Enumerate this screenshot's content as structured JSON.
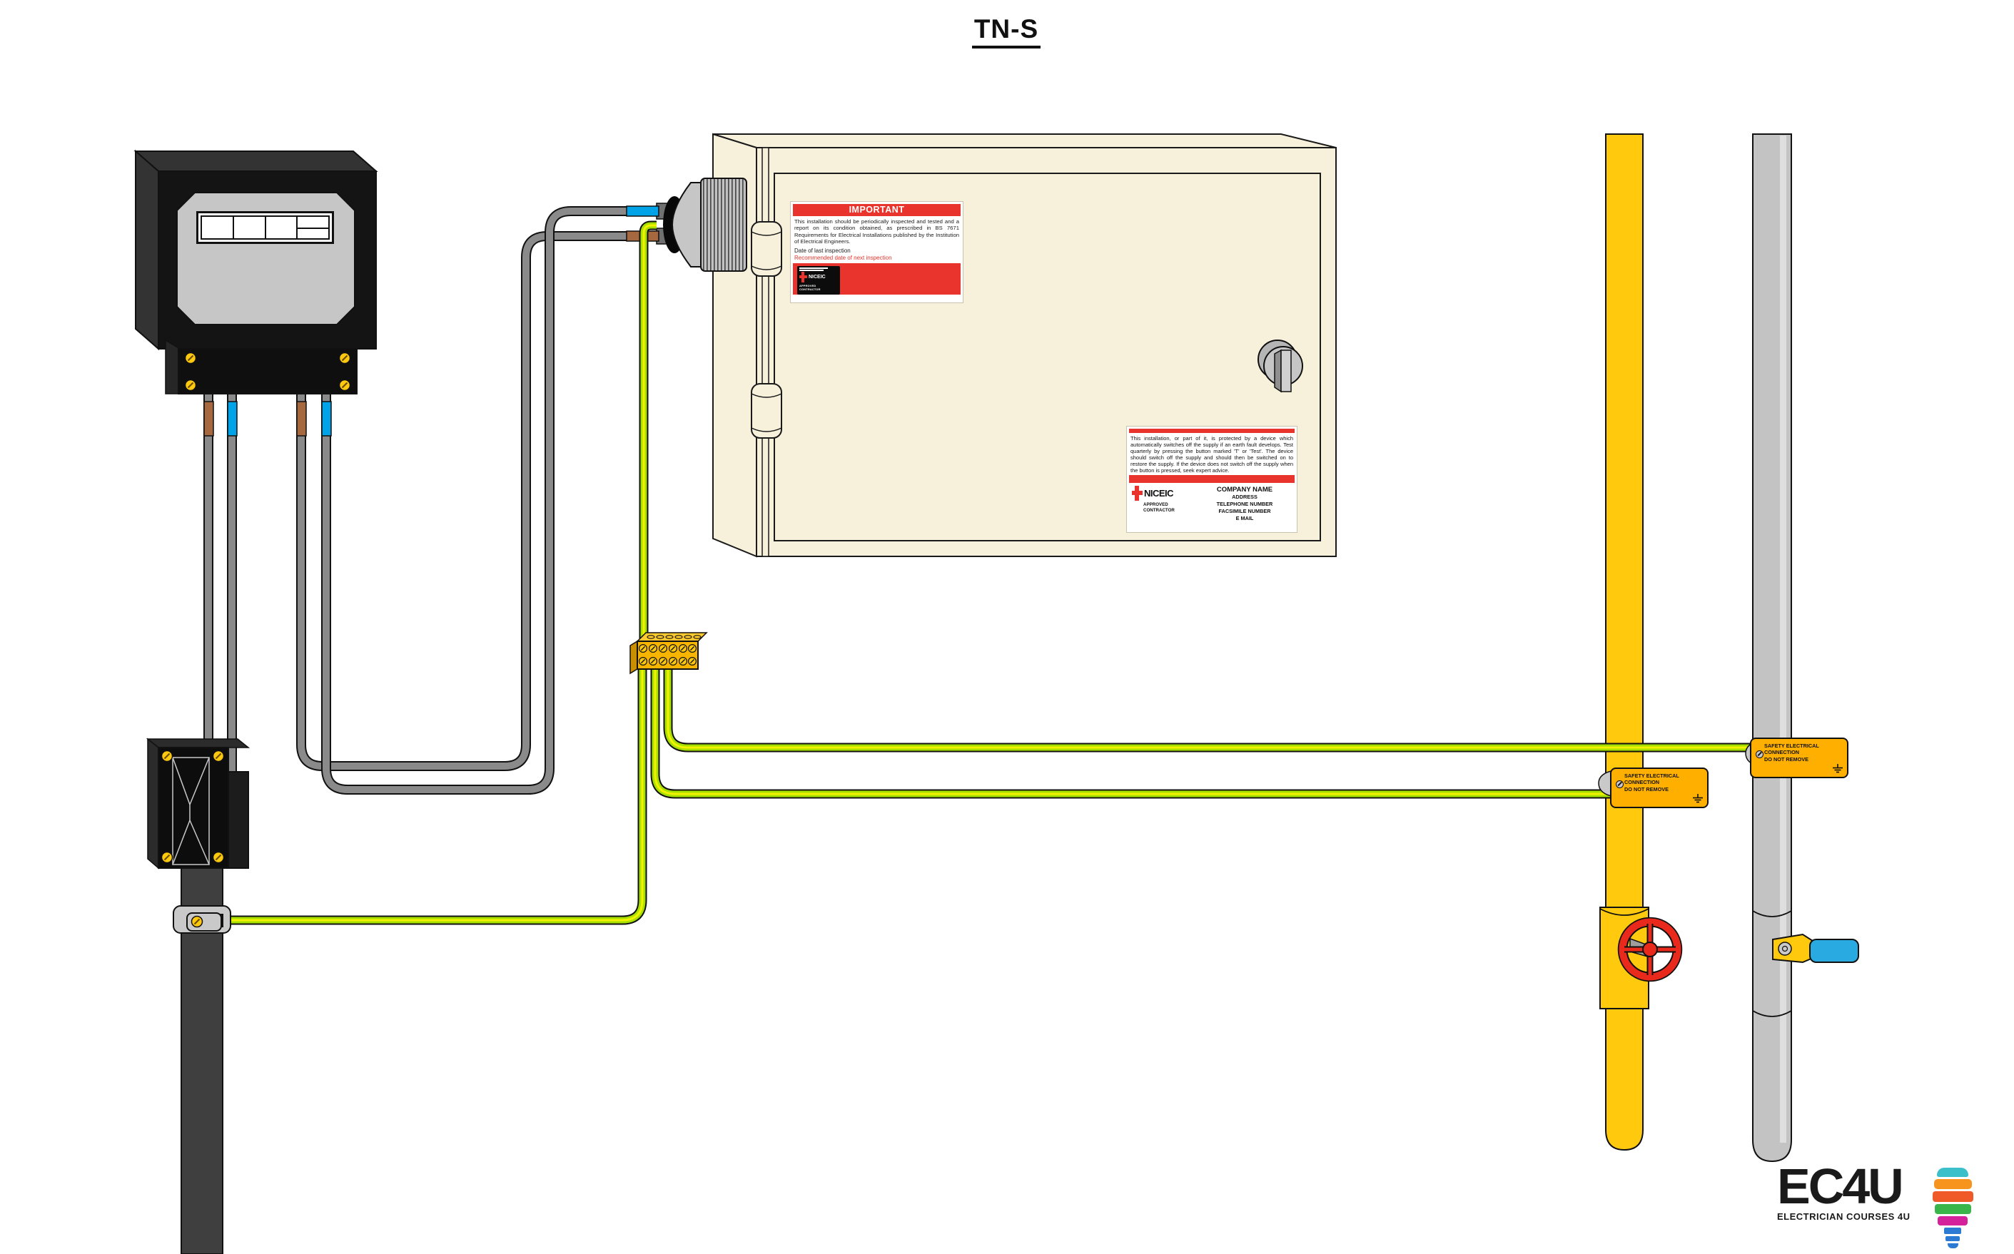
{
  "title": "TN-S",
  "consumer_unit": {
    "important_label": {
      "heading": "IMPORTANT",
      "body": "This installation should be periodically inspected and tested and a report on its condition obtained, as prescribed in BS 7671 Requirements for Electrical Installations published by the Institution of Electrical Engineers.",
      "date_line": "Date of last inspection",
      "recommend_line": "Recommended date of next inspection"
    },
    "rcd_label": {
      "body": "This installation, or part of it, is protected by a device which automatically switches off the supply if an earth fault develops. Test quarterly by pressing the button marked 'T' or 'Test'. The device should switch off the supply and should then be switched on to restore the supply. If the device does not switch off the supply when the button is pressed, seek expert advice.",
      "company_name": "COMPANY NAME",
      "address": "ADDRESS",
      "telephone": "TELEPHONE NUMBER",
      "facsimile": "FACSIMILE NUMBER",
      "email": "E MAIL"
    },
    "niceic_name": "NICEIC",
    "niceic_subtitle": "APPROVED CONTRACTOR"
  },
  "bonding_tag": {
    "line1": "SAFETY ELECTRICAL",
    "line2": "CONNECTION",
    "line3": "DO NOT REMOVE"
  },
  "logo": {
    "wordmark": "EC4U",
    "tagline": "ELECTRICIAN COURSES 4U"
  },
  "colors": {
    "earth_green": "#A8E000",
    "earth_yellow": "#F2F200",
    "gas_pipe_yellow": "#FFC90E",
    "water_pipe_grey": "#C3C3C3",
    "cable_grey": "#8A8A8A",
    "cabinet_cream": "#F7F1DC",
    "label_red": "#E8342C",
    "brass": "#F7B500",
    "valve_red": "#E8291C",
    "handle_blue": "#29ABE2",
    "tag_yellow": "#FFAF00",
    "neutral_blue": "#00A2E8",
    "live_brown": "#A5683F"
  }
}
